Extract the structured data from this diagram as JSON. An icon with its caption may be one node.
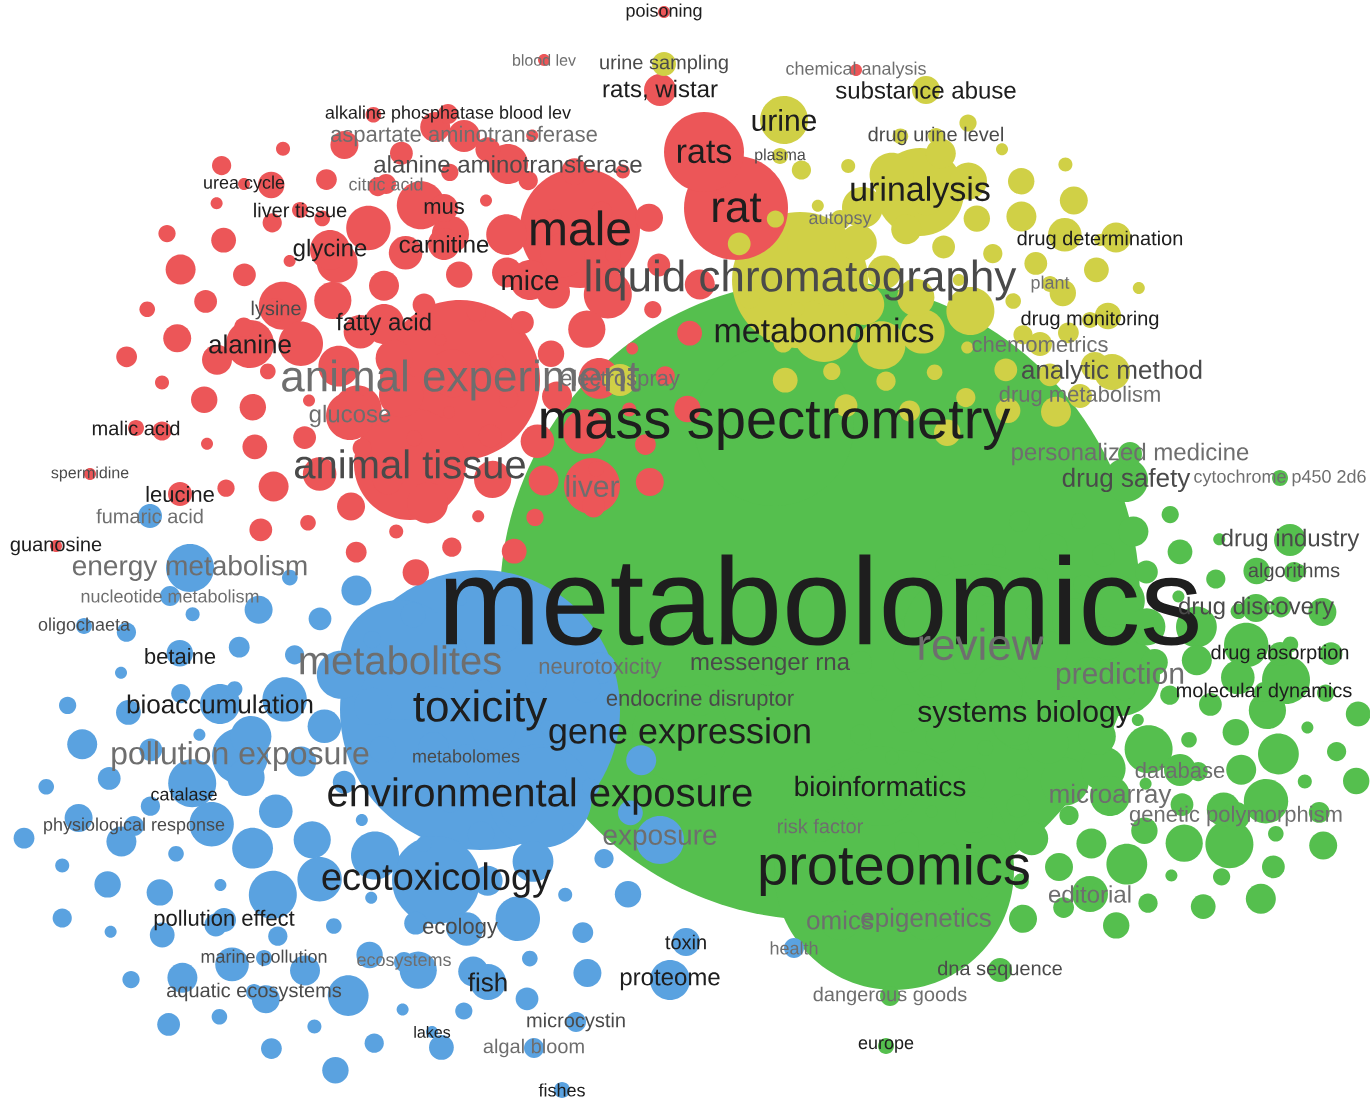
{
  "diagram": {
    "nodes": [
      {
        "text": [
          "poisoning"
        ]
      },
      {
        "text": [
          "urine sampling"
        ]
      },
      {
        "text": [
          "blood lev"
        ]
      },
      {
        "text": [
          "chemical analysis"
        ]
      },
      {
        "text": [
          "alkaline phosphatase blood lev"
        ]
      },
      {
        "text": [
          "rats, wistar"
        ]
      },
      {
        "text": [
          "substance abuse"
        ]
      },
      {
        "text": [
          "aspartate aminotransferase"
        ]
      },
      {
        "text": [
          "alanine aminotransferase"
        ]
      },
      {
        "text": [
          "urine"
        ]
      },
      {
        "text": [
          "rats"
        ]
      },
      {
        "text": [
          "plasma"
        ]
      },
      {
        "text": [
          "drug urine level"
        ]
      },
      {
        "text": [
          "urea cycle"
        ]
      },
      {
        "text": [
          "citric acid"
        ]
      },
      {
        "text": [
          "rat"
        ]
      },
      {
        "text": [
          "urinalysis"
        ]
      },
      {
        "text": [
          "liver tissue"
        ]
      },
      {
        "text": [
          "mus"
        ]
      },
      {
        "text": [
          "male"
        ]
      },
      {
        "text": [
          "drug determination"
        ]
      },
      {
        "text": [
          "glycine"
        ]
      },
      {
        "text": [
          "carnitine"
        ]
      },
      {
        "text": [
          "autopsy"
        ]
      },
      {
        "text": [
          "mice"
        ]
      },
      {
        "text": [
          "liquid chromatography"
        ]
      },
      {
        "text": [
          "plant"
        ]
      },
      {
        "text": [
          "metabonomics"
        ]
      },
      {
        "text": [
          "drug monitoring"
        ]
      },
      {
        "text": [
          "lysine"
        ]
      },
      {
        "text": [
          "fatty acid"
        ]
      },
      {
        "text": [
          "alanine"
        ]
      },
      {
        "text": [
          "animal experiment"
        ]
      },
      {
        "text": [
          "chemometrics"
        ]
      },
      {
        "text": [
          "analytic method"
        ]
      },
      {
        "text": [
          "electrospray"
        ]
      },
      {
        "text": [
          "glucose"
        ]
      },
      {
        "text": [
          "mass spectrometry"
        ]
      },
      {
        "text": [
          "drug metabolism"
        ]
      },
      {
        "text": [
          "malic acid"
        ]
      },
      {
        "text": [
          "personalized medicine"
        ]
      },
      {
        "text": [
          "drug safety"
        ]
      },
      {
        "text": [
          "cytochrome p450 2d6"
        ]
      },
      {
        "text": [
          "animal tissue"
        ]
      },
      {
        "text": [
          "liver"
        ]
      },
      {
        "text": [
          "spermidine"
        ]
      },
      {
        "text": [
          "leucine"
        ]
      },
      {
        "text": [
          "fumaric acid"
        ]
      },
      {
        "text": [
          "guanosine"
        ]
      },
      {
        "text": [
          "drug industry"
        ]
      },
      {
        "text": [
          "energy metabolism"
        ]
      },
      {
        "text": [
          "metabolomics"
        ]
      },
      {
        "text": [
          "nucleotide metabolism"
        ]
      },
      {
        "text": [
          "oligochaeta"
        ]
      },
      {
        "text": [
          "algorithms"
        ]
      },
      {
        "text": [
          "drug discovery"
        ]
      },
      {
        "text": [
          "review"
        ]
      },
      {
        "text": [
          "metabolites"
        ]
      },
      {
        "text": [
          "neurotoxicity"
        ]
      },
      {
        "text": [
          "messenger rna"
        ]
      },
      {
        "text": [
          "drug absorption"
        ]
      },
      {
        "text": [
          "betaine"
        ]
      },
      {
        "text": [
          "molecular dynamics"
        ]
      },
      {
        "text": [
          "prediction"
        ]
      },
      {
        "text": [
          "endocrine disruptor"
        ]
      },
      {
        "text": [
          "toxicity"
        ]
      },
      {
        "text": [
          "systems biology"
        ]
      },
      {
        "text": [
          "bioaccumulation"
        ]
      },
      {
        "text": [
          "gene expression"
        ]
      },
      {
        "text": [
          "database"
        ]
      },
      {
        "text": [
          "pollution exposure"
        ]
      },
      {
        "text": [
          "metabolomes"
        ]
      },
      {
        "text": [
          "bioinformatics"
        ]
      },
      {
        "text": [
          "microarray"
        ]
      },
      {
        "text": [
          "catalase"
        ]
      },
      {
        "text": [
          "environmental exposure"
        ]
      },
      {
        "text": [
          "physiological response"
        ]
      },
      {
        "text": [
          "genetic polymorphism"
        ]
      },
      {
        "text": [
          "risk factor"
        ]
      },
      {
        "text": [
          "exposure"
        ]
      },
      {
        "text": [
          "proteomics"
        ]
      },
      {
        "text": [
          "ecotoxicology"
        ]
      },
      {
        "text": [
          "editorial"
        ]
      },
      {
        "text": [
          "pollution effect"
        ]
      },
      {
        "text": [
          "ecology"
        ]
      },
      {
        "text": [
          "omics"
        ]
      },
      {
        "text": [
          "epigenetics"
        ]
      },
      {
        "text": [
          "toxin"
        ]
      },
      {
        "text": [
          "health"
        ]
      },
      {
        "text": [
          "marine pollution"
        ]
      },
      {
        "text": [
          "ecosystems"
        ]
      },
      {
        "text": [
          "fish"
        ]
      },
      {
        "text": [
          "proteome"
        ]
      },
      {
        "text": [
          "dna sequence"
        ]
      },
      {
        "text": [
          "dangerous goods"
        ]
      },
      {
        "text": [
          "aquatic ecosystems"
        ]
      },
      {
        "text": [
          "microcystin"
        ]
      },
      {
        "text": [
          "lakes"
        ]
      },
      {
        "text": [
          "algal bloom"
        ]
      },
      {
        "text": [
          "europe"
        ]
      },
      {
        "text": [
          "fishes"
        ]
      }
    ]
  }
}
